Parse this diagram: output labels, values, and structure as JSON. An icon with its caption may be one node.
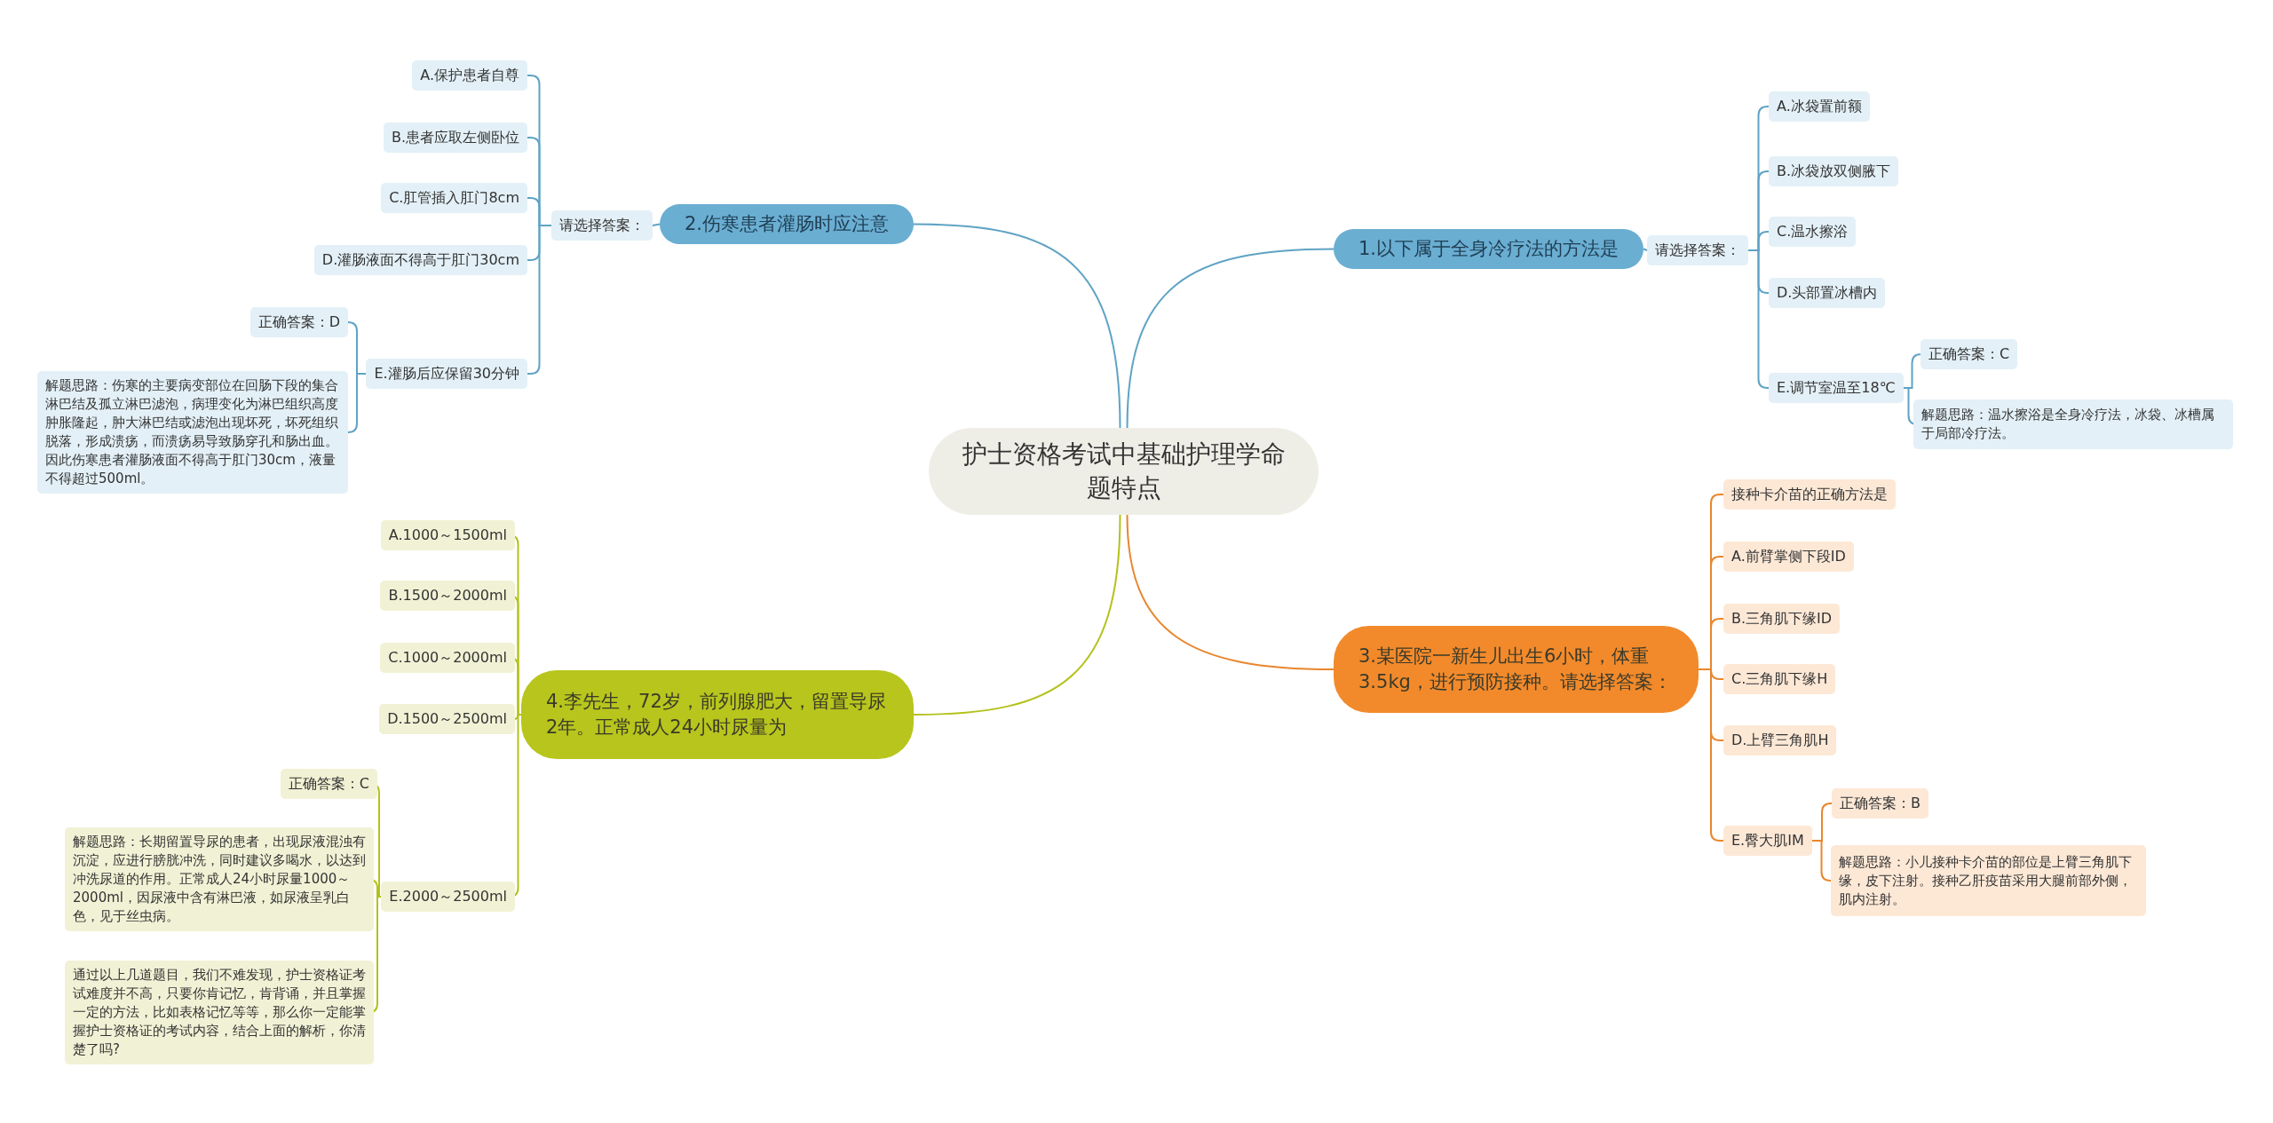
{
  "diagram": {
    "nodes": [
      {
        "text": [
          "护士资格考试中基础护理学命题特点"
        ]
      },
      {
        "text": [
          "1.以下属于全身冷疗法的方法是"
        ]
      },
      {
        "text": [
          "请选择答案："
        ]
      },
      {
        "text": [
          "A.冰袋置前额"
        ]
      },
      {
        "text": [
          "B.冰袋放双侧腋下"
        ]
      },
      {
        "text": [
          "C.温水擦浴"
        ]
      },
      {
        "text": [
          "D.头部置冰槽内"
        ]
      },
      {
        "text": [
          "E.调节室温至18℃"
        ]
      },
      {
        "text": [
          "正确答案：C"
        ]
      },
      {
        "text": [
          "解题思路：温水擦浴是全身冷疗法，冰袋、冰槽属于局部冷疗法。"
        ]
      },
      {
        "text": [
          "2.伤寒患者灌肠时应注意"
        ]
      },
      {
        "text": [
          "请选择答案："
        ]
      },
      {
        "text": [
          "A.保护患者自尊"
        ]
      },
      {
        "text": [
          "B.患者应取左侧卧位"
        ]
      },
      {
        "text": [
          "C.肛管插入肛门8cm"
        ]
      },
      {
        "text": [
          "D.灌肠液面不得高于肛门30cm"
        ]
      },
      {
        "text": [
          "E.灌肠后应保留30分钟"
        ]
      },
      {
        "text": [
          "正确答案：D"
        ]
      },
      {
        "text": [
          "解题思路：伤寒的主要病变部位在回肠下段的集合淋巴结及孤立淋巴滤泡，病理变化为淋巴组织高度肿胀隆起，肿大淋巴结或滤泡出现坏死，坏死组织脱落，形成溃疡，而溃疡易导致肠穿孔和肠出血。因此伤寒患者灌肠液面不得高于肛门30cm，液量不得超过500ml。"
        ]
      },
      {
        "text": [
          "3.某医院一新生儿出生6小时，体重3.5kg，进行预防接种。请选择答案："
        ]
      },
      {
        "text": [
          "接种卡介苗的正确方法是"
        ]
      },
      {
        "text": [
          "A.前臂掌侧下段ID"
        ]
      },
      {
        "text": [
          "B.三角肌下缘ID"
        ]
      },
      {
        "text": [
          "C.三角肌下缘H"
        ]
      },
      {
        "text": [
          "D.上臂三角肌H"
        ]
      },
      {
        "text": [
          "E.臀大肌IM"
        ]
      },
      {
        "text": [
          "正确答案：B"
        ]
      },
      {
        "text": [
          "解题思路：小儿接种卡介苗的部位是上臂三角肌下缘，皮下注射。接种乙肝疫苗采用大腿前部外侧，肌内注射。"
        ]
      },
      {
        "text": [
          "4.李先生，72岁，前列腺肥大，留置导尿2年。正常成人24小时尿量为"
        ]
      },
      {
        "text": [
          "A.1000～1500ml"
        ]
      },
      {
        "text": [
          "B.1500～2000ml"
        ]
      },
      {
        "text": [
          "C.1000～2000ml"
        ]
      },
      {
        "text": [
          "D.1500～2500ml"
        ]
      },
      {
        "text": [
          "E.2000～2500ml"
        ]
      },
      {
        "text": [
          "正确答案：C"
        ]
      },
      {
        "text": [
          "解题思路：长期留置导尿的患者，出现尿液混浊有沉淀，应进行膀胱冲洗，同时建议多喝水，以达到冲洗尿道的作用。正常成人24小时尿量1000～2000ml，因尿液中含有淋巴液，如尿液呈乳白色，见于丝虫病。"
        ]
      },
      {
        "text": [
          "通过以上几道题目，我们不难发现，护士资格证考试难度并不高，只要你肯记忆，肯背诵，并且掌握一定的方法，比如表格记忆等等，那么你一定能掌握护士资格证的考试内容，结合上面的解析，你清楚了吗?"
        ]
      }
    ],
    "edges": [
      {
        "from": 0,
        "to": 1,
        "arrow": "none",
        "color": "#5fa3c4"
      },
      {
        "from": 1,
        "to": 2,
        "arrow": "none",
        "color": "#5fa3c4"
      },
      {
        "from": 2,
        "to": 3,
        "arrow": "none",
        "color": "#5fa3c4"
      },
      {
        "from": 2,
        "to": 4,
        "arrow": "none",
        "color": "#5fa3c4"
      },
      {
        "from": 2,
        "to": 5,
        "arrow": "none",
        "color": "#5fa3c4"
      },
      {
        "from": 2,
        "to": 6,
        "arrow": "none",
        "color": "#5fa3c4"
      },
      {
        "from": 2,
        "to": 7,
        "arrow": "none",
        "color": "#5fa3c4"
      },
      {
        "from": 7,
        "to": 8,
        "arrow": "none",
        "color": "#5fa3c4"
      },
      {
        "from": 7,
        "to": 9,
        "arrow": "none",
        "color": "#5fa3c4"
      },
      {
        "from": 0,
        "to": 10,
        "arrow": "none",
        "color": "#5fa3c4"
      },
      {
        "from": 10,
        "to": 11,
        "arrow": "none",
        "color": "#5fa3c4"
      },
      {
        "from": 11,
        "to": 12,
        "arrow": "none",
        "color": "#5fa3c4"
      },
      {
        "from": 11,
        "to": 13,
        "arrow": "none",
        "color": "#5fa3c4"
      },
      {
        "from": 11,
        "to": 14,
        "arrow": "none",
        "color": "#5fa3c4"
      },
      {
        "from": 11,
        "to": 15,
        "arrow": "none",
        "color": "#5fa3c4"
      },
      {
        "from": 11,
        "to": 16,
        "arrow": "none",
        "color": "#5fa3c4"
      },
      {
        "from": 16,
        "to": 17,
        "arrow": "none",
        "color": "#5fa3c4"
      },
      {
        "from": 16,
        "to": 18,
        "arrow": "none",
        "color": "#5fa3c4"
      },
      {
        "from": 0,
        "to": 19,
        "arrow": "none",
        "color": "#e9862c"
      },
      {
        "from": 19,
        "to": 20,
        "arrow": "none",
        "color": "#e9862c"
      },
      {
        "from": 19,
        "to": 21,
        "arrow": "none",
        "color": "#e9862c"
      },
      {
        "from": 19,
        "to": 22,
        "arrow": "none",
        "color": "#e9862c"
      },
      {
        "from": 19,
        "to": 23,
        "arrow": "none",
        "color": "#e9862c"
      },
      {
        "from": 19,
        "to": 24,
        "arrow": "none",
        "color": "#e9862c"
      },
      {
        "from": 19,
        "to": 25,
        "arrow": "none",
        "color": "#e9862c"
      },
      {
        "from": 25,
        "to": 26,
        "arrow": "none",
        "color": "#e9862c"
      },
      {
        "from": 25,
        "to": 27,
        "arrow": "none",
        "color": "#e9862c"
      },
      {
        "from": 0,
        "to": 28,
        "arrow": "none",
        "color": "#b3c21b"
      },
      {
        "from": 28,
        "to": 29,
        "arrow": "none",
        "color": "#b3c21b"
      },
      {
        "from": 28,
        "to": 30,
        "arrow": "none",
        "color": "#b3c21b"
      },
      {
        "from": 28,
        "to": 31,
        "arrow": "none",
        "color": "#b3c21b"
      },
      {
        "from": 28,
        "to": 32,
        "arrow": "none",
        "color": "#b3c21b"
      },
      {
        "from": 28,
        "to": 33,
        "arrow": "none",
        "color": "#b3c21b"
      },
      {
        "from": 33,
        "to": 34,
        "arrow": "none",
        "color": "#b3c21b"
      },
      {
        "from": 33,
        "to": 35,
        "arrow": "none",
        "color": "#b3c21b"
      },
      {
        "from": 33,
        "to": 36,
        "arrow": "none",
        "color": "#b3c21b"
      }
    ]
  }
}
